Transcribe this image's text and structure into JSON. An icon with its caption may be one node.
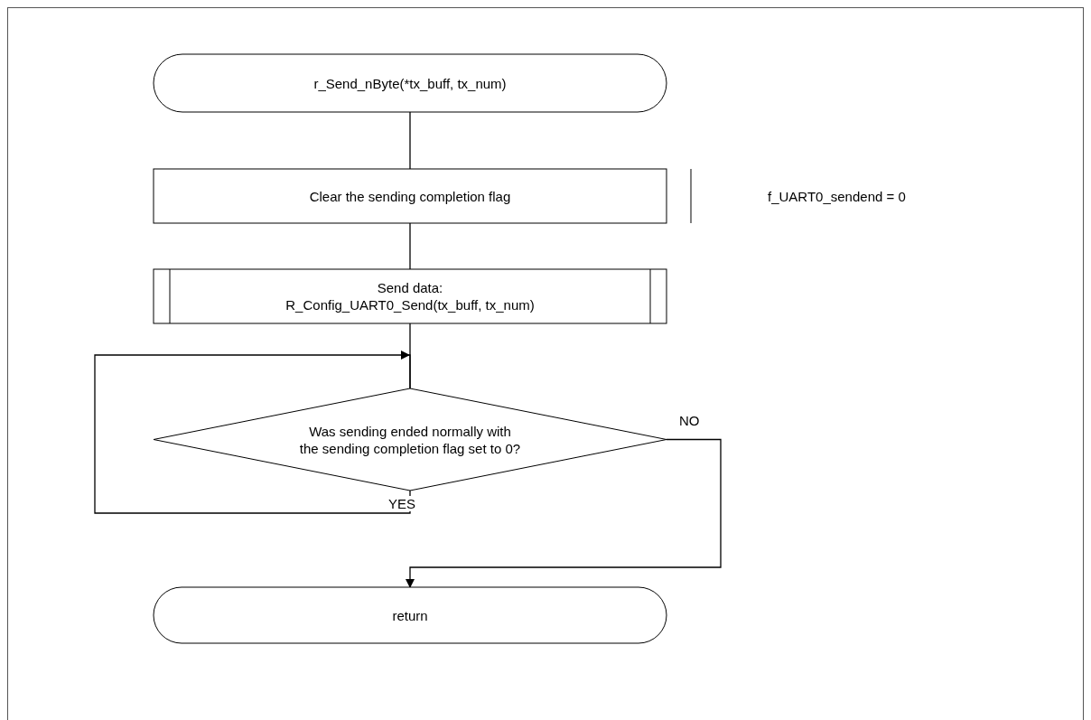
{
  "diagram": {
    "nodes": [
      {
        "text": [
          "r_Send_nByte(*tx_buff, tx_num)"
        ]
      },
      {
        "text": [
          "Clear the sending completion flag"
        ]
      },
      {
        "text": [
          "Send data: R_Config_UART0_Send(tx_buff, tx_num)"
        ]
      },
      {
        "text": [
          "Was sending ended normally with the sending completion flag set to 0?"
        ]
      },
      {
        "text": [
          "return"
        ]
      }
    ],
    "edges": [
      {
        "from": 0,
        "to": 1,
        "arrow": "none"
      },
      {
        "from": 1,
        "to": 2,
        "arrow": "none"
      },
      {
        "from": 2,
        "to": 3,
        "arrow": "none"
      },
      {
        "from": 3,
        "to": 3,
        "arrow": "to",
        "label": "YES"
      },
      {
        "from": 3,
        "to": 4,
        "arrow": "to",
        "label": "NO"
      }
    ],
    "labels": [
      "f_UART0_sendend = 0"
    ]
  }
}
